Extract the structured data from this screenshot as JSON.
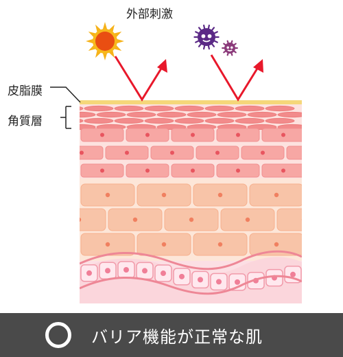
{
  "title": "外部刺激",
  "labels": {
    "sebum_membrane": "皮脂膜",
    "stratum_corneum": "角質層"
  },
  "caption": {
    "symbol": "circle-mark",
    "text": "バリア機能が正常な肌"
  },
  "colors": {
    "sebum": "#f5d77a",
    "corneum": "#f28b8b",
    "upper_cells": "#f7a7a4",
    "middle_cells": "#f8c4a8",
    "basal_cells": "#f9c7d0",
    "arrow": "#e8182b",
    "sun": "#f08c12",
    "germ_dark": "#5b2a86",
    "germ_light": "#8b3a7a",
    "caption_bar": "#4a4a4a"
  },
  "icons": [
    "sun-icon",
    "germ-icon-large",
    "germ-icon-small"
  ]
}
